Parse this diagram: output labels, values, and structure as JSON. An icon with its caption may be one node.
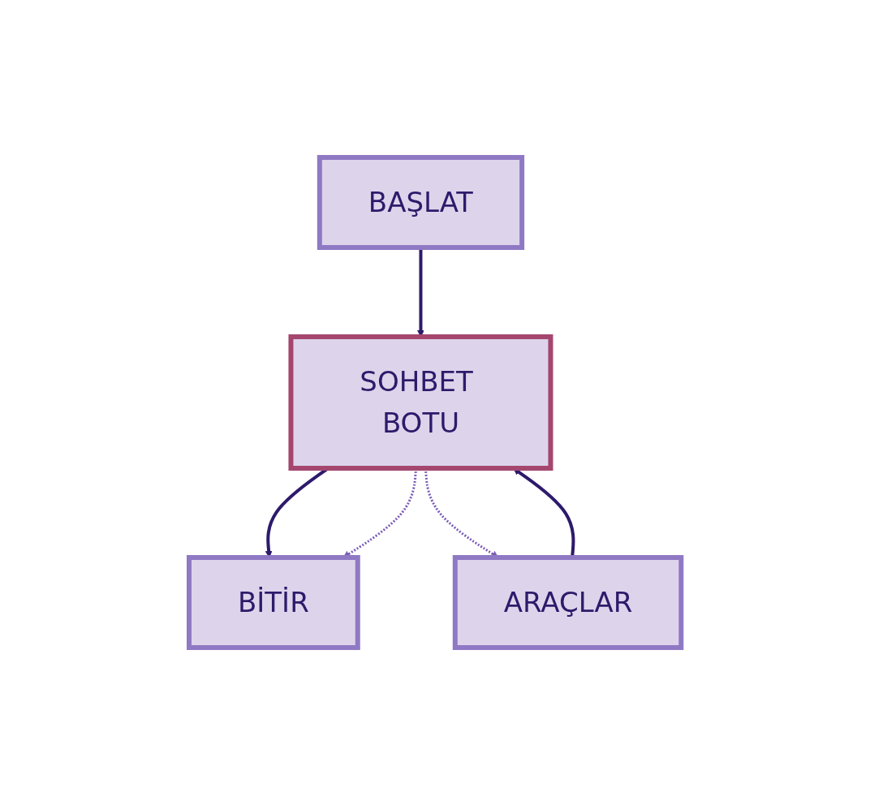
{
  "diagram": {
    "nodes": [
      {
        "text": [
          "BAŞLAT"
        ]
      },
      {
        "text": [
          "SOHBET BOTU"
        ]
      },
      {
        "text": [
          "BİTİR"
        ]
      },
      {
        "text": [
          "ARAÇLAR"
        ]
      }
    ],
    "edges": [
      {
        "from": 0,
        "to": 1,
        "arrow": "to"
      },
      {
        "from": 1,
        "to": 2,
        "arrow": "to"
      },
      {
        "from": 3,
        "to": 1,
        "arrow": "to"
      },
      {
        "from": 1,
        "to": 2,
        "arrow": "to",
        "style": "dashed",
        "color": "#7a5cb4"
      },
      {
        "from": 1,
        "to": 3,
        "arrow": "to",
        "style": "dashed",
        "color": "#7a5cb4"
      }
    ]
  }
}
